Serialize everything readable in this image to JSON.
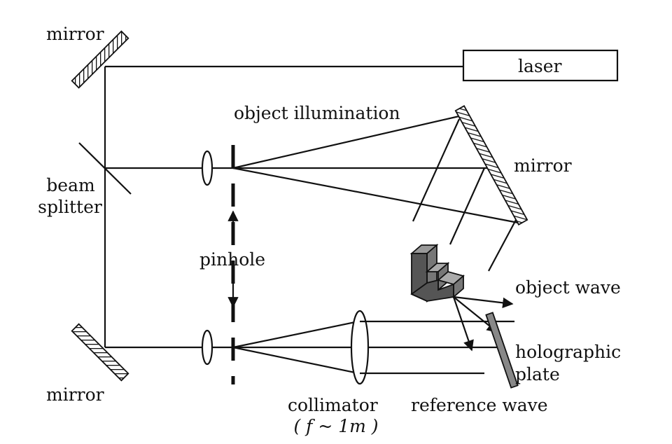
{
  "labels": {
    "mirror_top": "mirror",
    "mirror_right": "mirror",
    "mirror_bottom": "mirror",
    "laser": "laser",
    "object_illumination": "object illumination",
    "beam": "beam",
    "splitter": "splitter",
    "pinhole": "pinhole",
    "object_wave": "object wave",
    "holographic": "holographic",
    "plate": "plate",
    "collimator": "collimator",
    "focal_length": "( f ~ 1m )",
    "reference_wave": "reference wave"
  },
  "colors": {
    "ink": "#111111",
    "plate": "#888888",
    "object_face": "#555555",
    "object_top": "#999999"
  }
}
